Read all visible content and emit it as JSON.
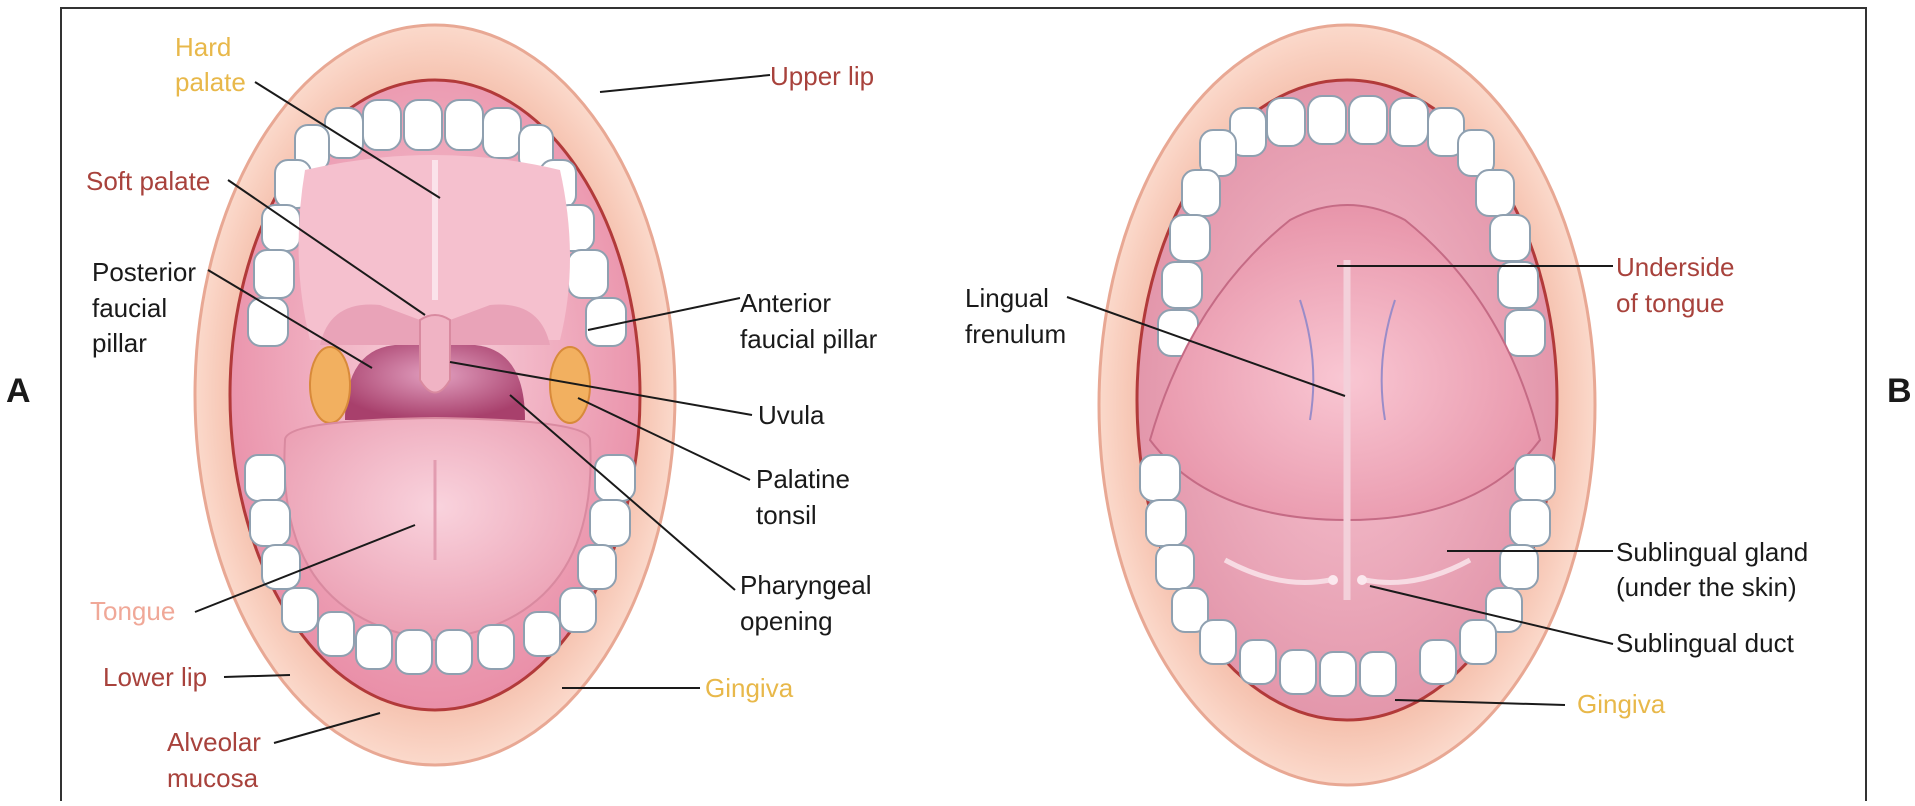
{
  "panels": {
    "a": {
      "letter": "A",
      "labels": {
        "hard_palate_1": "Hard",
        "hard_palate_2": "palate",
        "upper_lip": "Upper lip",
        "soft_palate": "Soft palate",
        "posterior_faucial_pillar_1": "Posterior",
        "posterior_faucial_pillar_2": "faucial",
        "posterior_faucial_pillar_3": "pillar",
        "anterior_faucial_pillar_1": "Anterior",
        "anterior_faucial_pillar_2": "faucial pillar",
        "uvula": "Uvula",
        "palatine_tonsil_1": "Palatine",
        "palatine_tonsil_2": "tonsil",
        "pharyngeal_opening_1": "Pharyngeal",
        "pharyngeal_opening_2": "opening",
        "tongue": "Tongue",
        "lower_lip": "Lower lip",
        "gingiva": "Gingiva",
        "alveolar_mucosa_1": "Alveolar",
        "alveolar_mucosa_2": "mucosa"
      }
    },
    "b": {
      "letter": "B",
      "labels": {
        "lingual_frenulum_1": "Lingual",
        "lingual_frenulum_2": "frenulum",
        "underside_of_tongue_1": "Underside",
        "underside_of_tongue_2": "of tongue",
        "sublingual_gland_1": "Sublingual gland",
        "sublingual_gland_2": "(under the skin)",
        "sublingual_duct": "Sublingual duct",
        "gingiva": "Gingiva"
      }
    }
  },
  "colors": {
    "label_yellow": "#e8b84a",
    "label_red": "#a8423c",
    "label_pink": "#f0a898",
    "label_black": "#1a1a1a",
    "lip": "#f6c7b5",
    "lip_edge": "#b23a3a",
    "mouth_inner": "#f3b2c2",
    "throat": "#b8517a",
    "tongue": "#f2b5c3",
    "tooth": "#ffffff",
    "tooth_edge": "#8fa0b0",
    "tonsil": "#f2b060",
    "frame": "#333333"
  }
}
